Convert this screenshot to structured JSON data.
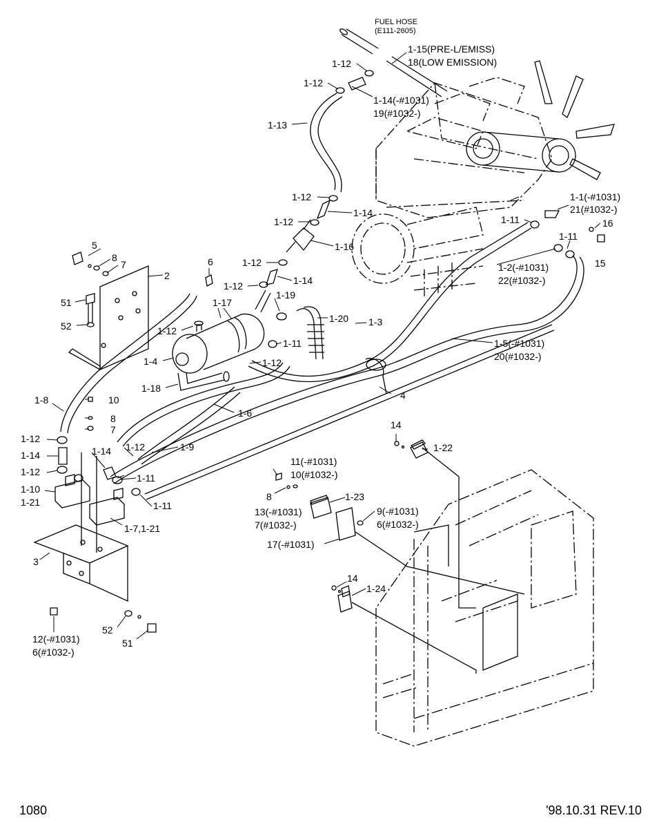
{
  "footer": {
    "page": "1080",
    "revision": "'98.10.31 REV.10"
  },
  "callouts": [
    {
      "id": "fuel-hose-a",
      "text": "FUEL HOSE"
    },
    {
      "id": "fuel-hose-b",
      "text": "(E111-2605)"
    },
    {
      "id": "c-1-15a",
      "text": "1-15(PRE-L/EMISS)"
    },
    {
      "id": "c-18",
      "text": "18(LOW EMISSION)"
    },
    {
      "id": "c-1-12-top",
      "text": "1-12"
    },
    {
      "id": "c-1-12-top2",
      "text": "1-12"
    },
    {
      "id": "c-1-14a",
      "text": "1-14(-#1031)"
    },
    {
      "id": "c-19",
      "text": "19(#1032-)"
    },
    {
      "id": "c-1-13",
      "text": "1-13"
    },
    {
      "id": "c-1-12-mid",
      "text": "1-12"
    },
    {
      "id": "c-1-14-mid",
      "text": "1-14"
    },
    {
      "id": "c-1-12-mid2",
      "text": "1-12"
    },
    {
      "id": "c-1-16",
      "text": "1-16"
    },
    {
      "id": "c-1-12-mid3",
      "text": "1-12"
    },
    {
      "id": "c-1-14-mid2",
      "text": "1-14"
    },
    {
      "id": "c-1-12-mid4",
      "text": "1-12"
    },
    {
      "id": "c-1-1",
      "text": "1-1(-#1031)"
    },
    {
      "id": "c-21a",
      "text": "21(#1032-)"
    },
    {
      "id": "c-1-11a",
      "text": "1-11"
    },
    {
      "id": "c-16",
      "text": "16"
    },
    {
      "id": "c-1-11b",
      "text": "1-11"
    },
    {
      "id": "c-15",
      "text": "15"
    },
    {
      "id": "c-1-2",
      "text": "1-2(-#1031)"
    },
    {
      "id": "c-22",
      "text": "22(#1032-)"
    },
    {
      "id": "c-5",
      "text": "5"
    },
    {
      "id": "c-8a",
      "text": "8"
    },
    {
      "id": "c-7a",
      "text": "7"
    },
    {
      "id": "c-6",
      "text": "6"
    },
    {
      "id": "c-2",
      "text": "2"
    },
    {
      "id": "c-51a",
      "text": "51"
    },
    {
      "id": "c-1-17",
      "text": "1-17"
    },
    {
      "id": "c-1-19",
      "text": "1-19"
    },
    {
      "id": "c-1-20",
      "text": "1-20"
    },
    {
      "id": "c-52a",
      "text": "52"
    },
    {
      "id": "c-1-12-fil",
      "text": "1-12"
    },
    {
      "id": "c-1-3",
      "text": "1-3"
    },
    {
      "id": "c-1-11c",
      "text": "1-11"
    },
    {
      "id": "c-1-5",
      "text": "1-5(-#1031)"
    },
    {
      "id": "c-20",
      "text": "20(#1032-)"
    },
    {
      "id": "c-1-4",
      "text": "1-4"
    },
    {
      "id": "c-1-12-fil2",
      "text": "1-12"
    },
    {
      "id": "c-1-18",
      "text": "1-18"
    },
    {
      "id": "c-4",
      "text": "4"
    },
    {
      "id": "c-1-8",
      "text": "1-8"
    },
    {
      "id": "c-10a",
      "text": "10"
    },
    {
      "id": "c-1-6",
      "text": "1-6"
    },
    {
      "id": "c-8b",
      "text": "8"
    },
    {
      "id": "c-7b",
      "text": "7"
    },
    {
      "id": "c-14a",
      "text": "14"
    },
    {
      "id": "c-1-12-l1",
      "text": "1-12"
    },
    {
      "id": "c-1-9",
      "text": "1-9"
    },
    {
      "id": "c-1-22",
      "text": "1-22"
    },
    {
      "id": "c-1-14-l",
      "text": "1-14"
    },
    {
      "id": "c-1-14-l2",
      "text": "1-14"
    },
    {
      "id": "c-1-12-l2",
      "text": "1-12"
    },
    {
      "id": "c-1-12-l3",
      "text": "1-12"
    },
    {
      "id": "c-1-11d",
      "text": "1-11"
    },
    {
      "id": "c-11",
      "text": "11(-#1031)"
    },
    {
      "id": "c-10b",
      "text": "10(#1032-)"
    },
    {
      "id": "c-1-10",
      "text": "1-10"
    },
    {
      "id": "c-1-21",
      "text": "1-21"
    },
    {
      "id": "c-1-11e",
      "text": "1-11"
    },
    {
      "id": "c-8c",
      "text": "8"
    },
    {
      "id": "c-1-23",
      "text": "1-23"
    },
    {
      "id": "c-13",
      "text": "13(-#1031)"
    },
    {
      "id": "c-9",
      "text": "9(-#1031)"
    },
    {
      "id": "c-7c",
      "text": "7(#1032-)"
    },
    {
      "id": "c-6b",
      "text": "6(#1032-)"
    },
    {
      "id": "c-1-7",
      "text": "1-7,1-21"
    },
    {
      "id": "c-17",
      "text": "17(-#1031)"
    },
    {
      "id": "c-3",
      "text": "3"
    },
    {
      "id": "c-14b",
      "text": "14"
    },
    {
      "id": "c-1-24",
      "text": "1-24"
    },
    {
      "id": "c-12",
      "text": "12(-#1031)"
    },
    {
      "id": "c-6c",
      "text": "6(#1032-)"
    },
    {
      "id": "c-52b",
      "text": "52"
    },
    {
      "id": "c-51b",
      "text": "51"
    }
  ]
}
